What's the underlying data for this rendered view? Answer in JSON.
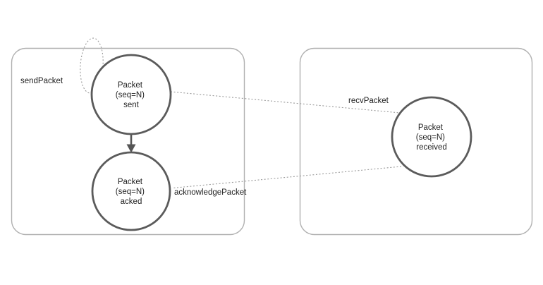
{
  "figure": {
    "type": "state-diagram",
    "colors": {
      "background": "#ffffff",
      "container_border": "#b0b0b0",
      "state_border": "#5b5b5b",
      "state_fill": "#ffffff",
      "text_color": "#1f1f1f",
      "dashed_line": "#9a9a9a",
      "arrow_color": "#555555"
    },
    "states": [
      {
        "id": "sent",
        "lines": [
          "Packet",
          "(seq=N)",
          "sent"
        ]
      },
      {
        "id": "acked",
        "lines": [
          "Packet",
          "(seq=N)",
          "acked"
        ]
      },
      {
        "id": "received",
        "lines": [
          "Packet",
          "(seq=N)",
          "received"
        ]
      }
    ],
    "transitions": [
      {
        "id": "send-self-loop",
        "label": "sendPacket",
        "from": "sent",
        "to": "sent",
        "style": "dashed-loop"
      },
      {
        "id": "recv",
        "label": "recvPacket",
        "from": "sent",
        "to": "received",
        "style": "dashed"
      },
      {
        "id": "ack",
        "label": "acknowledgePacket",
        "from": "received",
        "to": "acked",
        "style": "dashed"
      },
      {
        "id": "sent-to-acked",
        "label": "",
        "from": "sent",
        "to": "acked",
        "style": "solid-arrow"
      }
    ]
  }
}
